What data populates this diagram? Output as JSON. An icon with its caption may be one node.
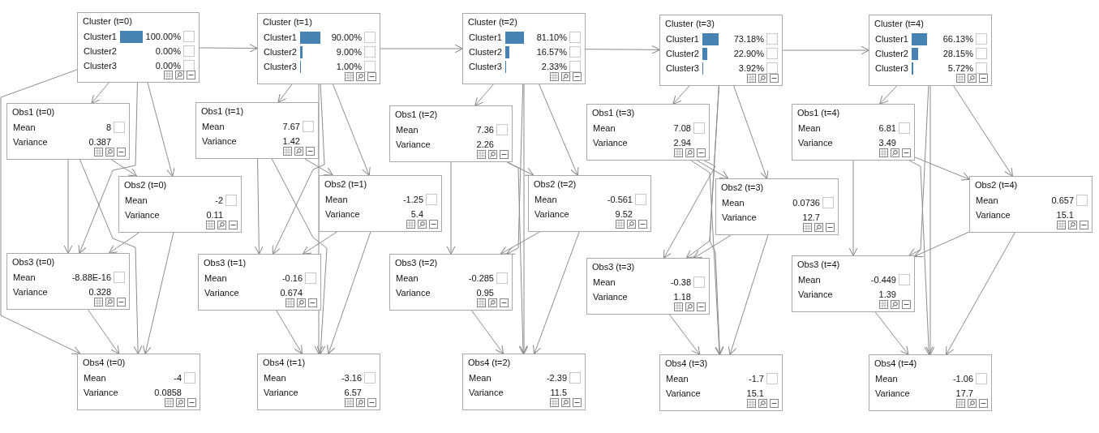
{
  "diagram": {
    "nodes": [
      {
        "text": [
          "Cluster (t=0)",
          "Cluster1",
          "100.00%",
          "Cluster2",
          "0.00%",
          "Cluster3",
          "0.00%"
        ]
      },
      {
        "text": [
          "Obs1 (t=0)",
          "Mean",
          "8",
          "Variance",
          "0.387"
        ]
      },
      {
        "text": [
          "Obs2 (t=0)",
          "Mean",
          "-2",
          "Variance",
          "0.11"
        ]
      },
      {
        "text": [
          "Obs3 (t=0)",
          "Mean",
          "-8.88E-16",
          "Variance",
          "0.328"
        ]
      },
      {
        "text": [
          "Obs4 (t=0)",
          "Mean",
          "-4",
          "Variance",
          "0.0858"
        ]
      },
      {
        "text": [
          "Cluster (t=1)",
          "Cluster1",
          "90.00%",
          "Cluster2",
          "9.00%",
          "Cluster3",
          "1.00%"
        ]
      },
      {
        "text": [
          "Obs1 (t=1)",
          "Mean",
          "7.67",
          "Variance",
          "1.42"
        ]
      },
      {
        "text": [
          "Obs2 (t=1)",
          "Mean",
          "-1.25",
          "Variance",
          "5.4"
        ]
      },
      {
        "text": [
          "Obs3 (t=1)",
          "Mean",
          "-0.16",
          "Variance",
          "0.674"
        ]
      },
      {
        "text": [
          "Obs4 (t=1)",
          "Mean",
          "-3.16",
          "Variance",
          "6.57"
        ]
      },
      {
        "text": [
          "Cluster (t=2)",
          "Cluster1",
          "81.10%",
          "Cluster2",
          "16.57%",
          "Cluster3",
          "2.33%"
        ]
      },
      {
        "text": [
          "Obs1 (t=2)",
          "Mean",
          "7.36",
          "Variance",
          "2.26"
        ]
      },
      {
        "text": [
          "Obs2 (t=2)",
          "Mean",
          "-0.561",
          "Variance",
          "9.52"
        ]
      },
      {
        "text": [
          "Obs3 (t=2)",
          "Mean",
          "-0.285",
          "Variance",
          "0.95"
        ]
      },
      {
        "text": [
          "Obs4 (t=2)",
          "Mean",
          "-2.39",
          "Variance",
          "11.5"
        ]
      },
      {
        "text": [
          "Cluster (t=3)",
          "Cluster1",
          "73.18%",
          "Cluster2",
          "22.90%",
          "Cluster3",
          "3.92%"
        ]
      },
      {
        "text": [
          "Obs1 (t=3)",
          "Mean",
          "7.08",
          "Variance",
          "2.94"
        ]
      },
      {
        "text": [
          "Obs2 (t=3)",
          "Mean",
          "0.0736",
          "Variance",
          "12.7"
        ]
      },
      {
        "text": [
          "Obs3 (t=3)",
          "Mean",
          "-0.38",
          "Variance",
          "1.18"
        ]
      },
      {
        "text": [
          "Obs4 (t=3)",
          "Mean",
          "-1.7",
          "Variance",
          "15.1"
        ]
      },
      {
        "text": [
          "Cluster (t=4)",
          "Cluster1",
          "66.13%",
          "Cluster2",
          "28.15%",
          "Cluster3",
          "5.72%"
        ]
      },
      {
        "text": [
          "Obs1 (t=4)",
          "Mean",
          "6.81",
          "Variance",
          "3.49"
        ]
      },
      {
        "text": [
          "Obs2 (t=4)",
          "Mean",
          "0.657",
          "Variance",
          "15.1"
        ]
      },
      {
        "text": [
          "Obs3 (t=4)",
          "Mean",
          "-0.449",
          "Variance",
          "1.39"
        ]
      },
      {
        "text": [
          "Obs4 (t=4)",
          "Mean",
          "-1.06",
          "Variance",
          "17.7"
        ]
      }
    ],
    "edges": [
      {
        "from": 0,
        "to": 1,
        "arrow": "to"
      },
      {
        "from": 0,
        "to": 2,
        "arrow": "to"
      },
      {
        "from": 0,
        "to": 3,
        "arrow": "to"
      },
      {
        "from": 0,
        "to": 4,
        "arrow": "to"
      },
      {
        "from": 1,
        "to": 2,
        "arrow": "to"
      },
      {
        "from": 1,
        "to": 3,
        "arrow": "to"
      },
      {
        "from": 1,
        "to": 4,
        "arrow": "to"
      },
      {
        "from": 2,
        "to": 3,
        "arrow": "to"
      },
      {
        "from": 2,
        "to": 4,
        "arrow": "to"
      },
      {
        "from": 3,
        "to": 4,
        "arrow": "to"
      },
      {
        "from": 0,
        "to": 5,
        "arrow": "to"
      },
      {
        "from": 5,
        "to": 6,
        "arrow": "to"
      },
      {
        "from": 5,
        "to": 7,
        "arrow": "to"
      },
      {
        "from": 5,
        "to": 8,
        "arrow": "to"
      },
      {
        "from": 5,
        "to": 9,
        "arrow": "to"
      },
      {
        "from": 6,
        "to": 7,
        "arrow": "to"
      },
      {
        "from": 6,
        "to": 8,
        "arrow": "to"
      },
      {
        "from": 6,
        "to": 9,
        "arrow": "to"
      },
      {
        "from": 7,
        "to": 8,
        "arrow": "to"
      },
      {
        "from": 7,
        "to": 9,
        "arrow": "to"
      },
      {
        "from": 8,
        "to": 9,
        "arrow": "to"
      },
      {
        "from": 5,
        "to": 10,
        "arrow": "to"
      },
      {
        "from": 10,
        "to": 11,
        "arrow": "to"
      },
      {
        "from": 10,
        "to": 12,
        "arrow": "to"
      },
      {
        "from": 10,
        "to": 13,
        "arrow": "to"
      },
      {
        "from": 10,
        "to": 14,
        "arrow": "to"
      },
      {
        "from": 11,
        "to": 12,
        "arrow": "to"
      },
      {
        "from": 11,
        "to": 13,
        "arrow": "to"
      },
      {
        "from": 11,
        "to": 14,
        "arrow": "to"
      },
      {
        "from": 12,
        "to": 13,
        "arrow": "to"
      },
      {
        "from": 12,
        "to": 14,
        "arrow": "to"
      },
      {
        "from": 13,
        "to": 14,
        "arrow": "to"
      },
      {
        "from": 10,
        "to": 15,
        "arrow": "to"
      },
      {
        "from": 15,
        "to": 16,
        "arrow": "to"
      },
      {
        "from": 15,
        "to": 17,
        "arrow": "to"
      },
      {
        "from": 15,
        "to": 18,
        "arrow": "to"
      },
      {
        "from": 15,
        "to": 19,
        "arrow": "to"
      },
      {
        "from": 16,
        "to": 17,
        "arrow": "to"
      },
      {
        "from": 16,
        "to": 18,
        "arrow": "to"
      },
      {
        "from": 16,
        "to": 19,
        "arrow": "to"
      },
      {
        "from": 17,
        "to": 18,
        "arrow": "to"
      },
      {
        "from": 17,
        "to": 19,
        "arrow": "to"
      },
      {
        "from": 18,
        "to": 19,
        "arrow": "to"
      },
      {
        "from": 15,
        "to": 20,
        "arrow": "to"
      },
      {
        "from": 20,
        "to": 21,
        "arrow": "to"
      },
      {
        "from": 20,
        "to": 22,
        "arrow": "to"
      },
      {
        "from": 20,
        "to": 23,
        "arrow": "to"
      },
      {
        "from": 20,
        "to": 24,
        "arrow": "to"
      },
      {
        "from": 21,
        "to": 22,
        "arrow": "to"
      },
      {
        "from": 21,
        "to": 23,
        "arrow": "to"
      },
      {
        "from": 21,
        "to": 24,
        "arrow": "to"
      },
      {
        "from": 22,
        "to": 23,
        "arrow": "to"
      },
      {
        "from": 22,
        "to": 24,
        "arrow": "to"
      },
      {
        "from": 23,
        "to": 24,
        "arrow": "to"
      }
    ]
  }
}
